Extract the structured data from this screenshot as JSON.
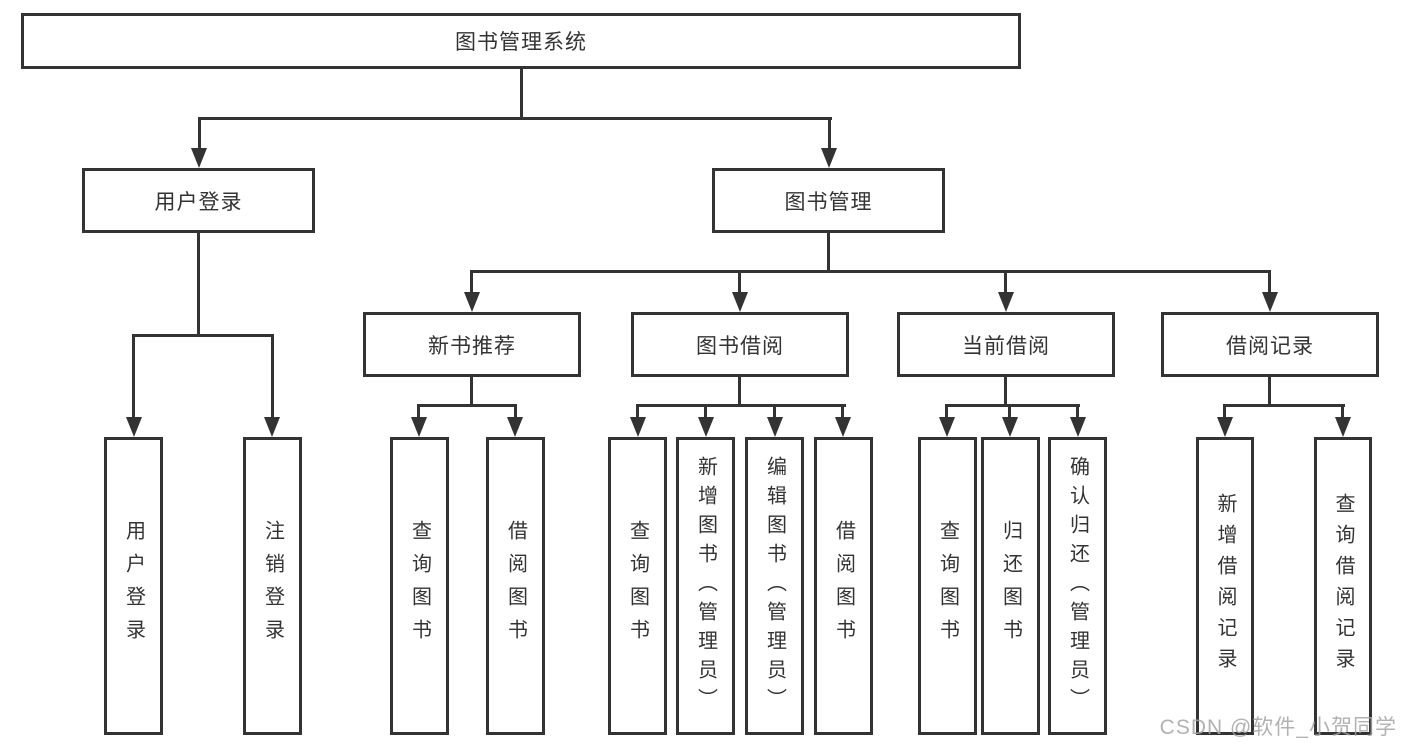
{
  "tree": {
    "root": {
      "label": "图书管理系统"
    },
    "children": [
      {
        "label": "用户登录",
        "children": [
          {
            "label": "用户登录"
          },
          {
            "label": "注销登录"
          }
        ]
      },
      {
        "label": "图书管理",
        "children": [
          {
            "label": "新书推荐",
            "children": [
              {
                "label": "查询图书"
              },
              {
                "label": "借阅图书"
              }
            ]
          },
          {
            "label": "图书借阅",
            "children": [
              {
                "label": "查询图书"
              },
              {
                "label": "新增图书（管理员）"
              },
              {
                "label": "编辑图书（管理员）"
              },
              {
                "label": "借阅图书"
              }
            ]
          },
          {
            "label": "当前借阅",
            "children": [
              {
                "label": "查询图书"
              },
              {
                "label": "归还图书"
              },
              {
                "label": "确认归还（管理员）"
              }
            ]
          },
          {
            "label": "借阅记录",
            "children": [
              {
                "label": "新增借阅记录"
              },
              {
                "label": "查询借阅记录"
              }
            ]
          }
        ]
      }
    ]
  },
  "watermark": {
    "text": "CSDN @软件_小贺同学",
    "color": "#a5a5a5"
  },
  "colors": {
    "line": "#333333",
    "border": "#333333",
    "text": "#333333",
    "background": "#ffffff"
  }
}
